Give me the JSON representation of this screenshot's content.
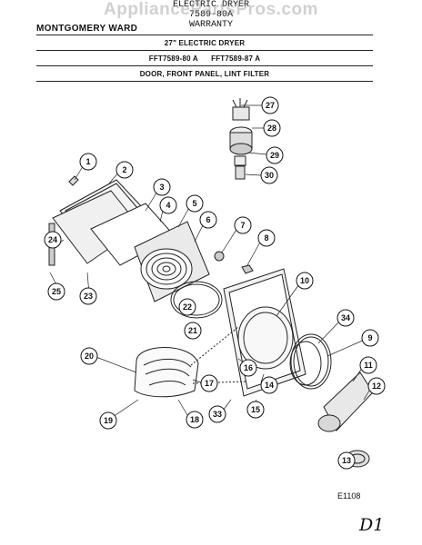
{
  "header": {
    "line1": "ELECTRIC DRYER",
    "line2": "7589-80A",
    "line3": "WARRANTY",
    "model_line": "MONTGOMERY WARD",
    "title": "27\" ELECTRIC DRYER",
    "models": "FFT7589-80 A      FFT7589-87 A",
    "section": "DOOR, FRONT PANEL, LINT FILTER"
  },
  "watermark": "AppliancePartsPros.com",
  "diagram": {
    "callouts": [
      "1",
      "2",
      "3",
      "4",
      "5",
      "6",
      "7",
      "8",
      "9",
      "10",
      "11",
      "12",
      "13",
      "14",
      "15",
      "16",
      "17",
      "18",
      "19",
      "20",
      "21",
      "22",
      "23",
      "24",
      "25",
      "27",
      "28",
      "29",
      "30",
      "33",
      "34"
    ]
  },
  "footer": {
    "ref_code": "E1108",
    "handwritten": "D1"
  }
}
